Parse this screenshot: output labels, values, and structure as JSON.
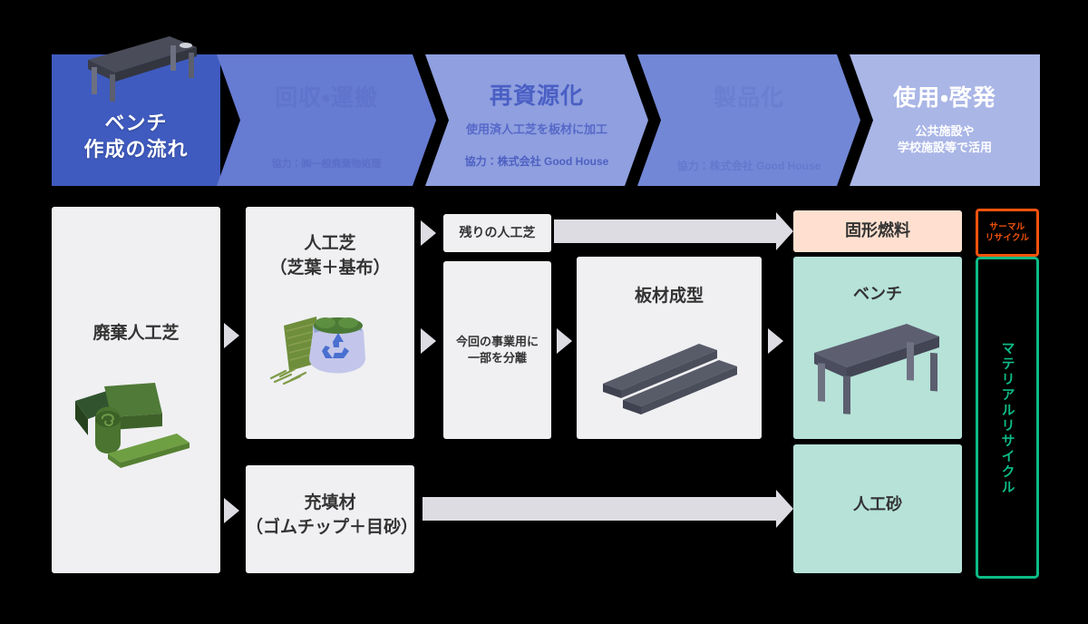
{
  "banner": {
    "segments": [
      {
        "id": "bench-flow",
        "title": "ベンチ\n作成の流れ",
        "title_line1": "ベンチ",
        "title_line2": "作成の流れ",
        "subtitle": "",
        "credit": "",
        "color": "#3f5bbf",
        "icon": "bench-illustration"
      },
      {
        "id": "collection-transport",
        "title": "回収・運搬",
        "subtitle": "",
        "credit": "協力：㈱一般廃棄物処理",
        "color": "#667bd2"
      },
      {
        "id": "recycling",
        "title": "再資源化",
        "subtitle": "使用済人工芝を板材に加工",
        "credit": "協力：株式会社 Good House",
        "color": "#8f9fdf"
      },
      {
        "id": "productization",
        "title": "製品化",
        "subtitle": "",
        "credit": "協力：株式会社 Good House",
        "color": "#7287d6"
      },
      {
        "id": "use-awareness",
        "title": "使用・啓発",
        "subtitle_line1": "公共施設や",
        "subtitle_line2": "学校施設等で活用",
        "credit": "",
        "color": "#aab6e6"
      }
    ]
  },
  "flow": {
    "waste_turf": {
      "label": "廃棄人工芝",
      "icon": "turf-roll-illustration"
    },
    "artificial_turf": {
      "label_line1": "人工芝",
      "label_line2": "（芝葉＋基布）",
      "icon": "recycle-bag-illustration"
    },
    "filler": {
      "label_line1": "充填材",
      "label_line2": "（ゴムチップ＋目砂）"
    },
    "remaining_turf": {
      "label": "残りの人工芝"
    },
    "separated_portion": {
      "label_line1": "今回の事業用に",
      "label_line2": "一部を分離"
    },
    "plate_forming": {
      "label": "板材成型",
      "icon": "plank-illustration"
    },
    "solid_fuel": {
      "label": "固形燃料",
      "color": "#ffe0d0"
    },
    "bench": {
      "label": "ベンチ",
      "color": "#b6e2d8",
      "icon": "bench-illustration"
    },
    "artificial_sand": {
      "label": "人工砂",
      "color": "#b6e2d8"
    }
  },
  "badges": {
    "thermal": {
      "line1": "サーマル",
      "line2": "リサイクル",
      "color": "#f4530d"
    },
    "material": {
      "label": "マテリアルリサイクル",
      "color": "#0dbb86"
    }
  },
  "colors": {
    "box_bg": "#f0f0f3",
    "arrow": "#dcdce2",
    "mint": "#b6e2d8",
    "peach": "#ffe0d0",
    "banner_dark": "#3f5bbf",
    "banner_light": "#aab6e6"
  }
}
